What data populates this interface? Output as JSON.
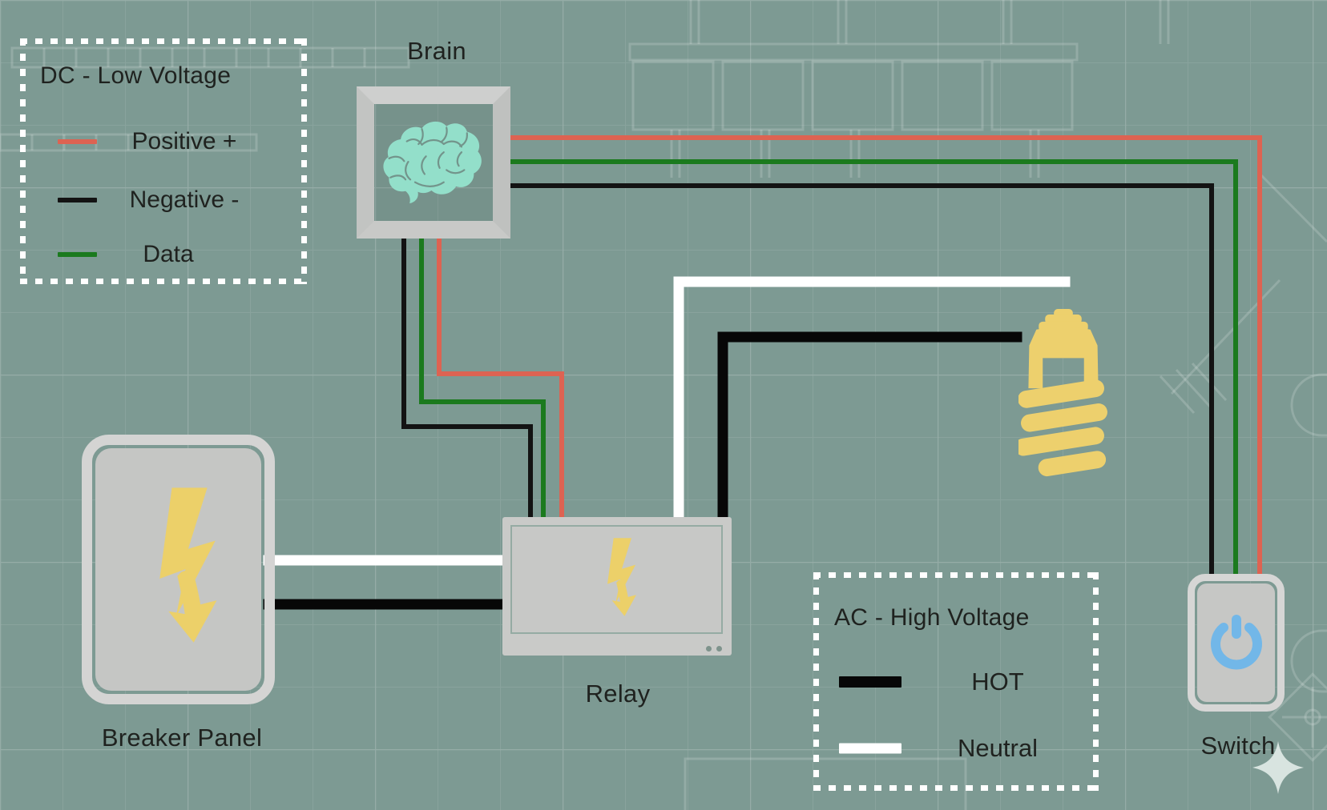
{
  "legend_dc": {
    "title": "DC - Low Voltage",
    "items": [
      {
        "label": "Positive +",
        "color": "#dd6352"
      },
      {
        "label": "Negative -",
        "color": "#131313"
      },
      {
        "label": "Data",
        "color": "#1b7a1e"
      }
    ]
  },
  "legend_ac": {
    "title": "AC - High Voltage",
    "items": [
      {
        "label": "HOT",
        "color": "#070707"
      },
      {
        "label": "Neutral",
        "color": "#ffffff"
      }
    ]
  },
  "components": {
    "brain": {
      "label": "Brain",
      "icon": "brain-icon"
    },
    "breaker": {
      "label": "Breaker Panel",
      "icon": "lightning-bolt-icon"
    },
    "relay": {
      "label": "Relay",
      "icon": "lightning-bolt-icon"
    },
    "switch": {
      "label": "Switch",
      "icon": "power-icon"
    },
    "bulb": {
      "icon": "cfl-bulb-icon"
    }
  },
  "wires": {
    "dc_positive": {
      "label": "Positive +",
      "color": "#dd6352"
    },
    "dc_data": {
      "label": "Data",
      "color": "#1b7a1e"
    },
    "dc_negative": {
      "label": "Negative -",
      "color": "#131313"
    },
    "ac_hot": {
      "label": "HOT",
      "color": "#070707"
    },
    "ac_neutral": {
      "label": "Neutral",
      "color": "#ffffff"
    }
  },
  "colors": {
    "background": "#7d9a93",
    "bolt_yellow": "#ecd069",
    "bulb_yellow": "#edd06d",
    "brain_mint": "#93dfca",
    "brain_fold": "#73948b",
    "power_blue": "#72b7e8",
    "sparkle": "#dfeae6"
  }
}
